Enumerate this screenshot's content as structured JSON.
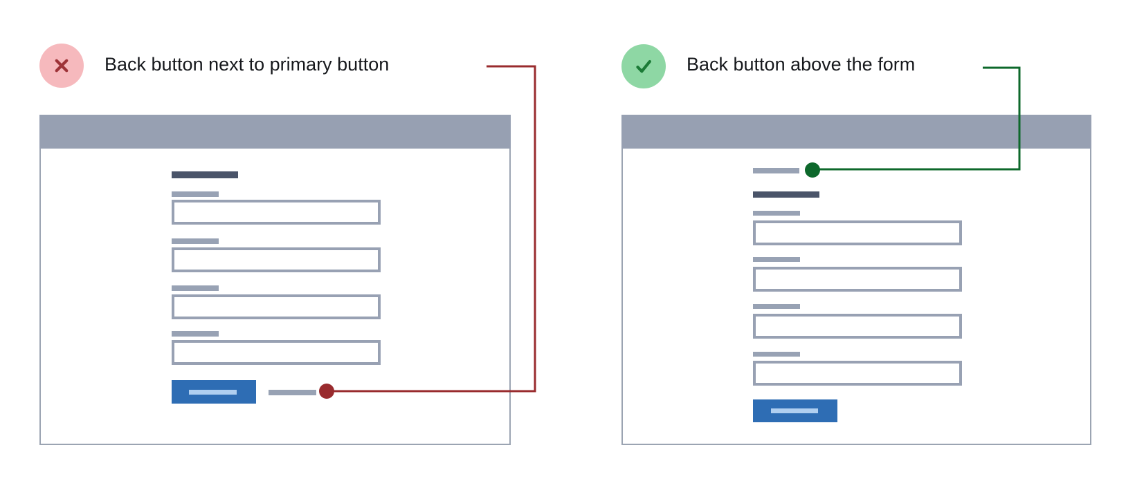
{
  "page": {
    "background": "#ffffff",
    "text_color": "#16181c"
  },
  "annotations": {
    "bad": {
      "label": "Back button next to primary button",
      "icon": "x-icon",
      "badge_bg": "#f6b9bd",
      "badge_glyph": "#9e3338",
      "connector_color": "#992b2e"
    },
    "good": {
      "label": "Back button above the form",
      "icon": "check-icon",
      "badge_bg": "#8ed7a4",
      "badge_glyph": "#1b7b36",
      "connector_color": "#0d682b"
    }
  },
  "wireframe": {
    "header_bg": "#97a0b2",
    "window_border": "#9ba4b2",
    "title_bar_color": "#4a5469",
    "placeholder_bar_color": "#98a2b4",
    "input_border_color": "#98a1b3",
    "primary_button_bg": "#2e6db4",
    "primary_button_label_bar": "#b0cff0",
    "bad_example": {
      "field_count": 4,
      "back_button_position": "next to primary button"
    },
    "good_example": {
      "field_count": 4,
      "back_button_position": "above the form"
    }
  }
}
